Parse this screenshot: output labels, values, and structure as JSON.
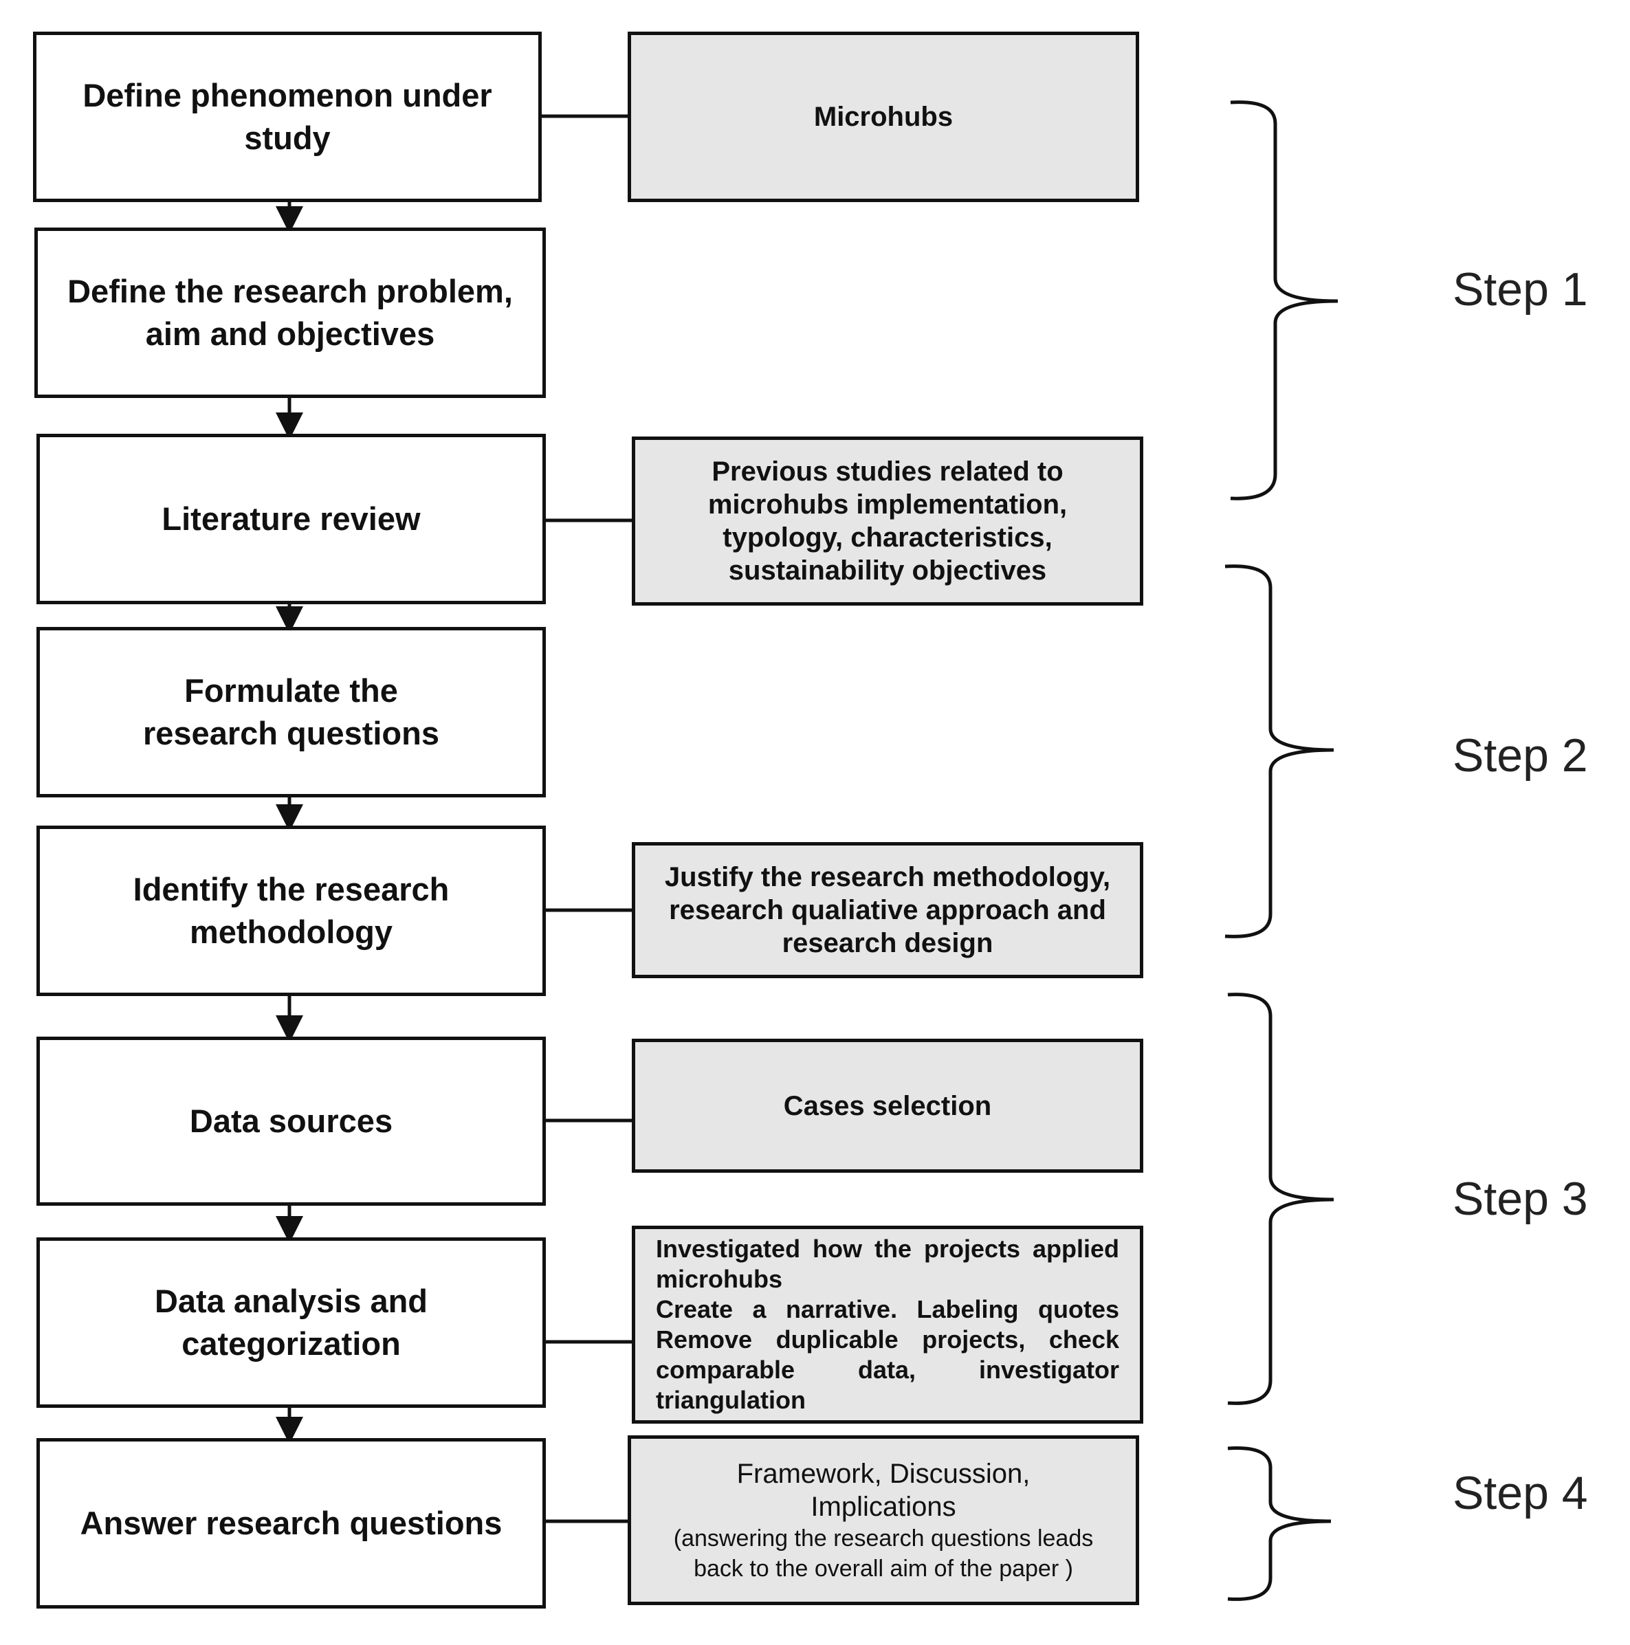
{
  "main_steps": [
    "Define phenomenon under study",
    "Define the research problem, aim and objectives",
    "Literature review",
    "Formulate the research questions",
    "Identify the research methodology",
    "Data sources",
    "Data analysis and categorization",
    "Answer research questions"
  ],
  "details": {
    "microhubs": "Microhubs",
    "literature": "Previous studies related to microhubs implementation, typology, characteristics, sustainability objectives",
    "methodology": "Justify the research methodology, research qualiative approach and research design",
    "data_sources": "Cases selection",
    "analysis": [
      "Investigated how the projects applied microhubs",
      "Create a narrative. Labeling quotes",
      "Remove duplicable projects, check comparable data, investigator triangulation"
    ],
    "answer_title": "Framework, Discussion, Implications",
    "answer_note": "(answering the research questions leads back to the overall aim of the paper )"
  },
  "steps": [
    "Step 1",
    "Step 2",
    "Step 3",
    "Step 4"
  ]
}
